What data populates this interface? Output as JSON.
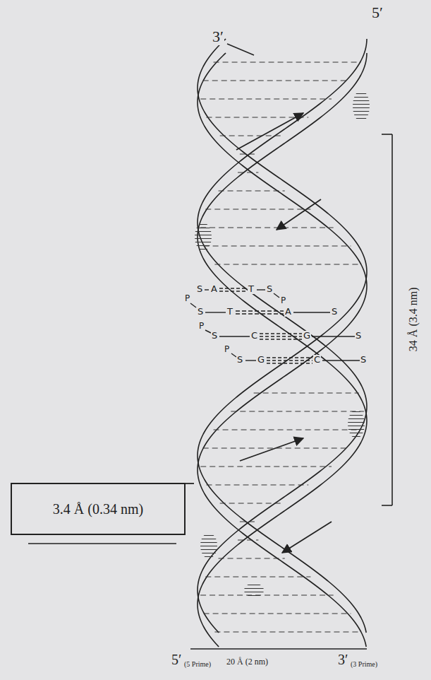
{
  "diagram": {
    "nodes": [
      {
        "text": [
          "3.4 Å (0.34 nm)"
        ]
      }
    ],
    "labels": [
      "3′",
      "5′",
      "34 Å (3.4 nm)",
      "S",
      "A",
      "T",
      "S",
      "P",
      "P",
      "S",
      "T",
      "A",
      "S",
      "P",
      "S",
      "C",
      "G",
      "S",
      "P",
      "S",
      "G",
      "C",
      "S",
      "5′",
      "(5 Prime)",
      "20 Å (2 nm)",
      "3′",
      "(3 Prime)"
    ]
  }
}
